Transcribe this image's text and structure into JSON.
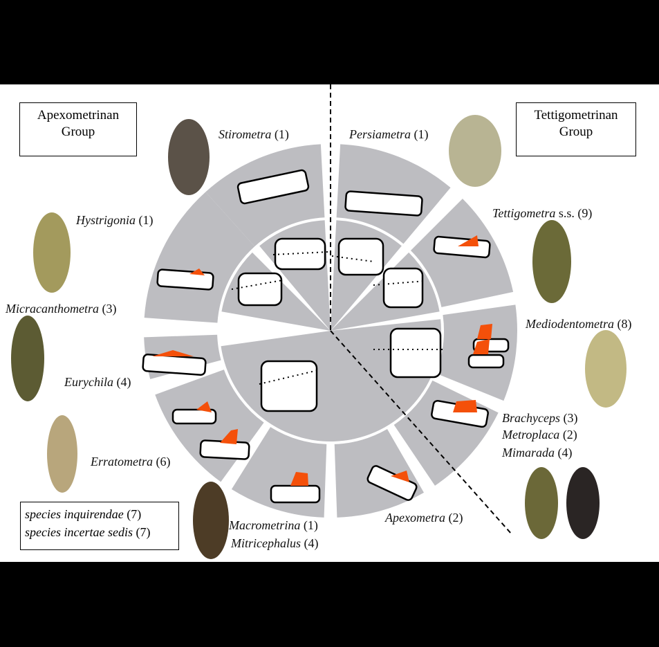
{
  "groups": {
    "left": {
      "line1": "Apexometrinan",
      "line2": "Group"
    },
    "right": {
      "line1": "Tettigometrinan",
      "line2": "Group"
    }
  },
  "taxa": [
    {
      "name": "Stirometra",
      "count": "(1)"
    },
    {
      "name": "Persiametra",
      "count": "(1)"
    },
    {
      "name": "Tettigometra",
      "suffix": "s.s.",
      "count": "(9)"
    },
    {
      "name": "Hystrigonia",
      "count": "(1)"
    },
    {
      "name": "Micracanthometra",
      "count": "(3)"
    },
    {
      "name": "Mediodentometra",
      "count": "(8)"
    },
    {
      "name": "Eurychila",
      "count": "(4)"
    },
    {
      "name": "Brachyceps",
      "count": "(3)"
    },
    {
      "name": "Metroplaca",
      "count": "(2)"
    },
    {
      "name": "Mimarada",
      "count": "(4)"
    },
    {
      "name": "Erratometra",
      "count": "(6)"
    },
    {
      "name": "Macrometrina",
      "count": "(1)"
    },
    {
      "name": "Mitricephalus",
      "count": "(4)"
    },
    {
      "name": "Apexometra",
      "count": "(2)"
    }
  ],
  "legend": [
    {
      "name": "species inquirendae",
      "count": "(7)"
    },
    {
      "name": "species incertae sedis",
      "count": "(7)"
    }
  ],
  "colors": {
    "sector": "#bdbdc1",
    "highlight": "#f4500a",
    "background": "#ffffff",
    "frame": "#000000"
  }
}
